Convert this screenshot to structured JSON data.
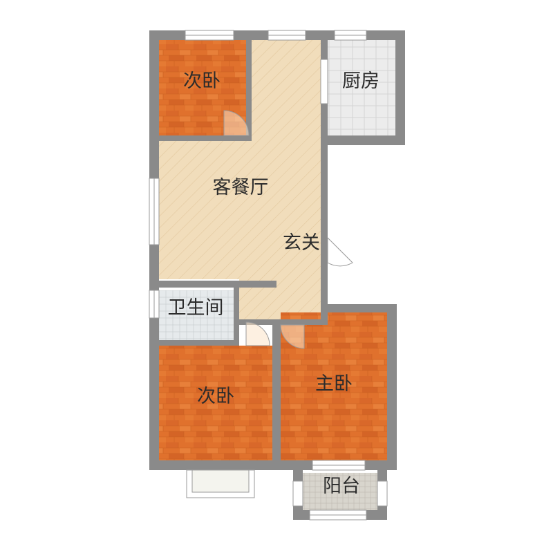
{
  "rooms": {
    "bedroom_top": "次卧",
    "kitchen": "厨房",
    "living_dining": "客餐厅",
    "entrance": "玄关",
    "bathroom": "卫生间",
    "bedroom_bottom": "次卧",
    "master_bedroom": "主卧",
    "balcony": "阳台"
  },
  "colors": {
    "wall": "#8a8a8a",
    "wood_floor": "#e0712d",
    "living_floor": "#f1ddbb",
    "kitchen_tile": "#e9e9e9",
    "bath_tile": "#e4e8ea",
    "balcony_tile": "#d3d0c8",
    "window": "#ffffff"
  }
}
